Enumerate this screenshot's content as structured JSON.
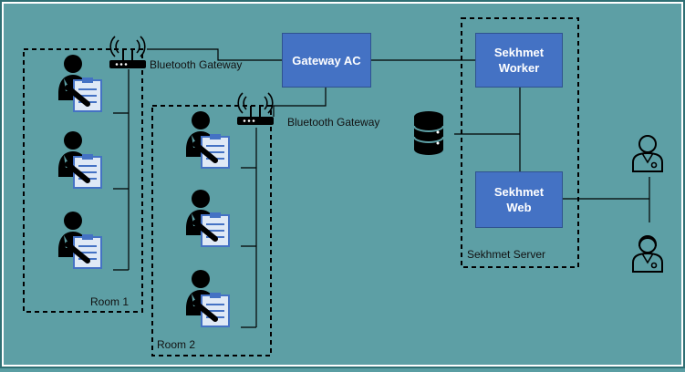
{
  "nodes": {
    "gateway_ac": "Gateway AC",
    "sekhmet_worker": [
      "Sekhmet",
      "Worker"
    ],
    "sekhmet_web": [
      "Sekhmet",
      "Web"
    ]
  },
  "labels": {
    "gateway_1": "Bluetooth Gateway",
    "gateway_2": "Bluetooth Gateway",
    "room_1": "Room 1",
    "room_2": "Room 2",
    "server": "Sekhmet Server"
  },
  "icons": {
    "patient": "patient-with-clipboard-icon",
    "router": "wireless-router-icon",
    "database": "database-icon",
    "doctor_male": "doctor-icon",
    "doctor_female": "nurse-icon"
  },
  "colors": {
    "background": "#5d9fa5",
    "node_fill": "#4472c4",
    "clipboard": "#4472c4"
  }
}
